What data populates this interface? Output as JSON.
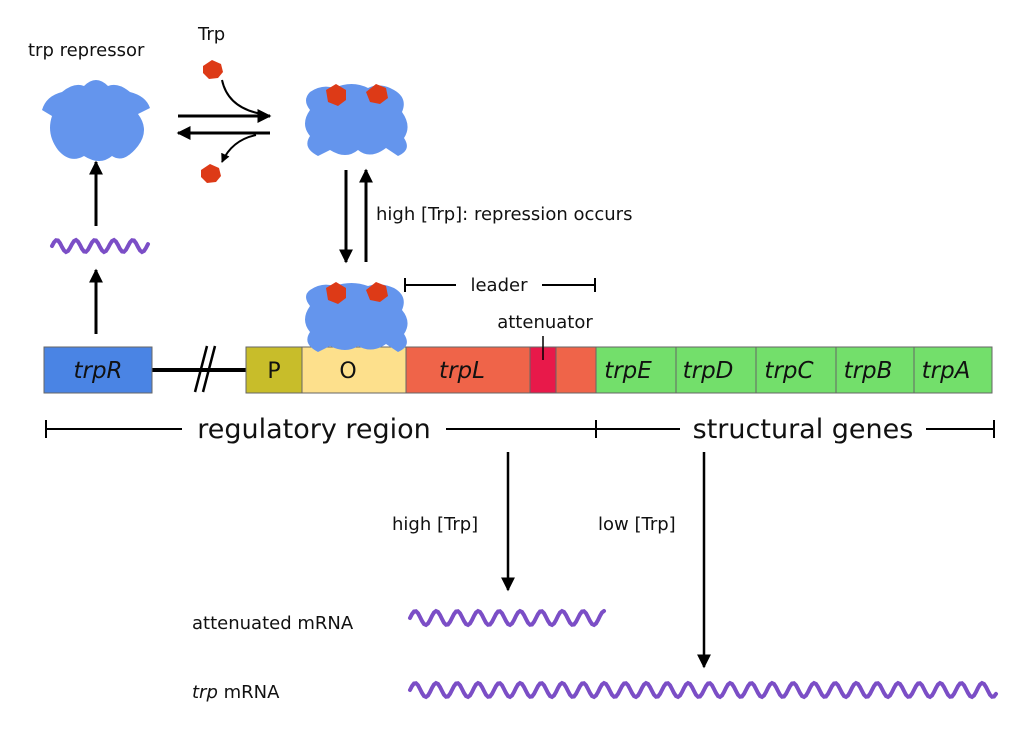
{
  "labels": {
    "repressor": "trp repressor",
    "trp_molecule": "Trp",
    "high_trp_repression": "high [Trp]: repression occurs",
    "leader": "leader",
    "attenuator": "attenuator",
    "regulatory_region": "regulatory region",
    "structural_genes": "structural genes",
    "high_trp": "high [Trp]",
    "low_trp": "low [Trp]",
    "attenuated_mrna": "attenuated mRNA",
    "trp_mrna_italic": "trp",
    "trp_mrna_rest": " mRNA"
  },
  "genes": {
    "trpR": "trpR",
    "P": "P",
    "O": "O",
    "trpL": "trpL",
    "trpE": "trpE",
    "trpD": "trpD",
    "trpC": "trpC",
    "trpB": "trpB",
    "trpA": "trpA"
  },
  "colors": {
    "repressor": "#6495ed",
    "tryptophan": "#dd3a17",
    "mrna": "#7b4ec6",
    "trpR_box": "#4a84e4",
    "promoter": "#c8bd2a",
    "operator": "#fde08c",
    "leader_box": "#ef6449",
    "attenuator_box": "#e8194a",
    "structural_box": "#73df6b"
  }
}
